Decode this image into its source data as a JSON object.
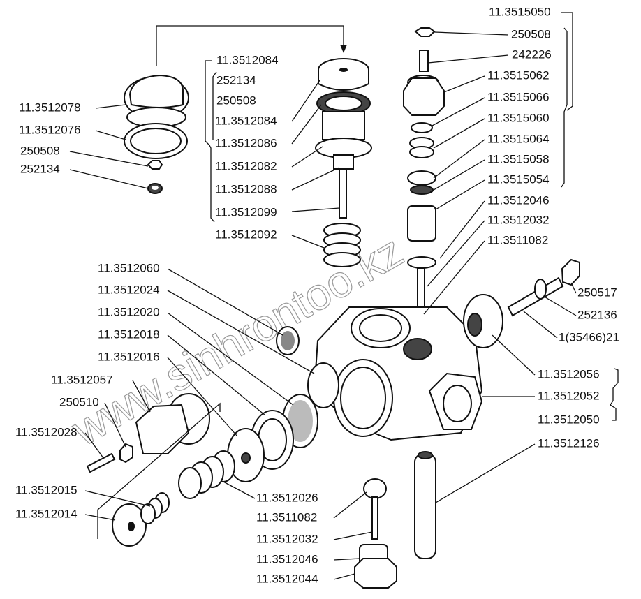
{
  "watermark": "www.sinhrontoo.kz",
  "labels": {
    "cap_plug": "11.3512078",
    "cap_ring": "11.3512076",
    "cap_nut": "250508",
    "cap_washer": "252134",
    "pump_assy": "11.3512084",
    "pump_washer": "252134",
    "pump_nut": "250508",
    "pump_knob": "11.3512084",
    "pump_seal": "11.3512086",
    "pump_body": "11.3512082",
    "pump_rod": "11.3512088",
    "pump_pin": "11.3512099",
    "pump_spring": "11.3512092",
    "valve_assy": "11.3515050",
    "valve_nut": "250508",
    "valve_screw": "242226",
    "valve_cap": "11.3515062",
    "valve_washer": "11.3515066",
    "valve_spring": "11.3515060",
    "valve_seat": "11.3515064",
    "valve_ring": "11.3515058",
    "valve_body": "11.3515054",
    "top_fitting": "11.3512046",
    "top_spring": "11.3512032",
    "top_valve": "11.3511082",
    "screen": "11.3512060",
    "gasket_a": "11.3512024",
    "filter": "11.3512020",
    "gasket_b": "11.3512018",
    "disc": "11.3512016",
    "plug_cover": "11.3512057",
    "plug_nut": "250510",
    "plug_screw": "11.3512028",
    "small_spring": "11.3512015",
    "plunger": "11.3512014",
    "big_spring": "11.3512026",
    "bot_valve": "11.3511082",
    "bot_spring": "11.3512032",
    "bot_fitting": "11.3512046",
    "bot_nut": "11.3512044",
    "bolt": "250517",
    "bolt_washer": "252136",
    "bolt_seal": "1(35466)21",
    "side_gasket": "11.3512056",
    "housing": "11.3512052",
    "housing_assy": "11.3512050",
    "tube": "11.3512126"
  }
}
